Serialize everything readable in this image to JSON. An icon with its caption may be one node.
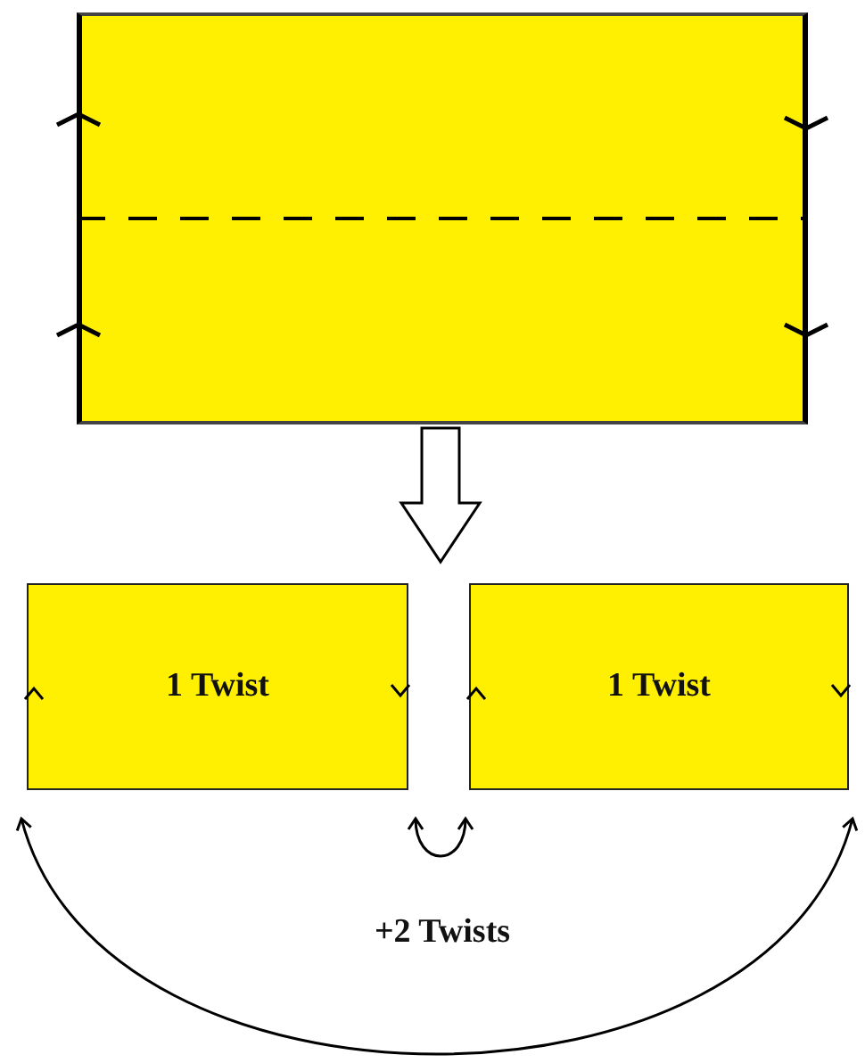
{
  "diagram": {
    "nodes": [
      {
        "text": [],
        "shape": "box"
      },
      {
        "text": [
          "1 Twist"
        ]
      },
      {
        "text": [
          "1 Twist"
        ]
      }
    ],
    "edges": [
      {
        "from": 0,
        "to": null,
        "arrow": "to"
      },
      {
        "from": 1,
        "to": 2,
        "arrow": "both"
      },
      {
        "from": 1,
        "to": 2,
        "arrow": "both"
      }
    ],
    "labels": [
      "+2 Twists"
    ]
  }
}
